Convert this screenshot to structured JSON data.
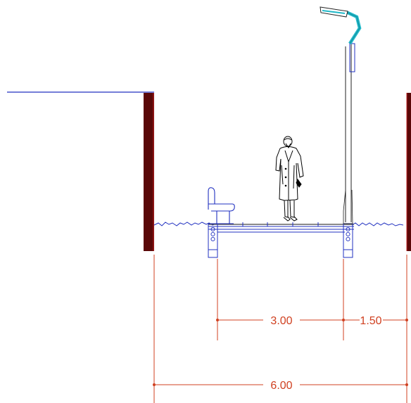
{
  "drawing": {
    "dimensions": {
      "walkway": "3.00",
      "verge": "1.50",
      "overall": "6.00"
    },
    "colors": {
      "dimension": "#d04020",
      "wall": "#5a0808",
      "structure": "#2030c0",
      "water": "#2030c0",
      "lamp": "#20b8c8",
      "figure": "#000000"
    }
  }
}
